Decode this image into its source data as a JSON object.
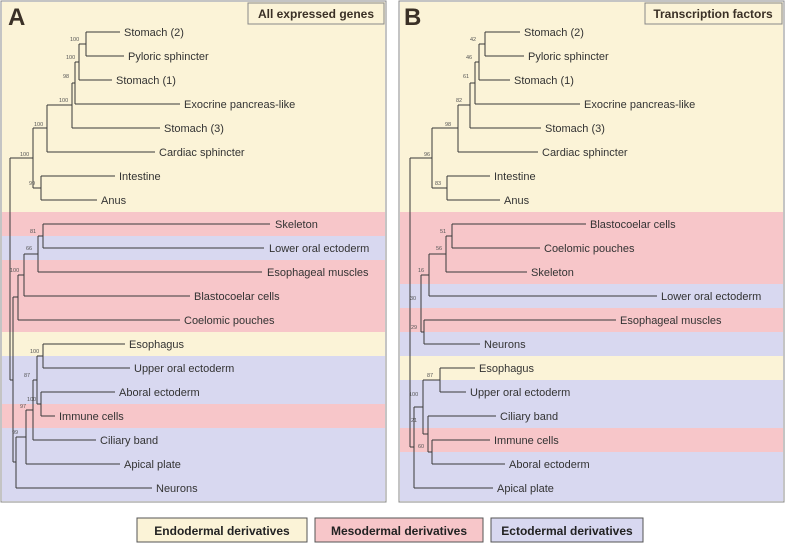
{
  "colors": {
    "endo": "#fbf3d7",
    "meso": "#f7c6c9",
    "ecto": "#d8d8f0",
    "border": "#888888",
    "tree": "#3a3a3a"
  },
  "panels": [
    {
      "letter": "A",
      "title": "All expressed genes",
      "leaves": [
        {
          "label": "Stomach (2)",
          "type": "endo"
        },
        {
          "label": "Pyloric sphincter",
          "type": "endo"
        },
        {
          "label": "Stomach (1)",
          "type": "endo"
        },
        {
          "label": "Exocrine pancreas-like",
          "type": "endo"
        },
        {
          "label": "Stomach (3)",
          "type": "endo"
        },
        {
          "label": "Cardiac sphincter",
          "type": "endo"
        },
        {
          "label": "Intestine",
          "type": "endo"
        },
        {
          "label": "Anus",
          "type": "endo"
        },
        {
          "label": "Skeleton",
          "type": "meso"
        },
        {
          "label": "Lower oral ectoderm",
          "type": "ecto"
        },
        {
          "label": "Esophageal muscles",
          "type": "meso"
        },
        {
          "label": "Blastocoelar cells",
          "type": "meso"
        },
        {
          "label": "Coelomic pouches",
          "type": "meso"
        },
        {
          "label": "Esophagus",
          "type": "endo"
        },
        {
          "label": "Upper oral ectoderm",
          "type": "ecto"
        },
        {
          "label": "Aboral ectoderm",
          "type": "ecto"
        },
        {
          "label": "Immune cells",
          "type": "meso"
        },
        {
          "label": "Ciliary band",
          "type": "ecto"
        },
        {
          "label": "Apical plate",
          "type": "ecto"
        },
        {
          "label": "Neurons",
          "type": "ecto"
        }
      ],
      "bootstraps": [
        "100",
        "100",
        "98",
        "100",
        "100",
        "100",
        "99",
        "81",
        "66",
        "100",
        "100",
        "87",
        "100",
        "97",
        "99"
      ]
    },
    {
      "letter": "B",
      "title": "Transcription factors",
      "leaves": [
        {
          "label": "Stomach (2)",
          "type": "endo"
        },
        {
          "label": "Pyloric sphincter",
          "type": "endo"
        },
        {
          "label": "Stomach (1)",
          "type": "endo"
        },
        {
          "label": "Exocrine pancreas-like",
          "type": "endo"
        },
        {
          "label": "Stomach (3)",
          "type": "endo"
        },
        {
          "label": "Cardiac sphincter",
          "type": "endo"
        },
        {
          "label": "Intestine",
          "type": "endo"
        },
        {
          "label": "Anus",
          "type": "endo"
        },
        {
          "label": "Blastocoelar cells",
          "type": "meso"
        },
        {
          "label": "Coelomic pouches",
          "type": "meso"
        },
        {
          "label": "Skeleton",
          "type": "meso"
        },
        {
          "label": "Lower oral ectoderm",
          "type": "ecto"
        },
        {
          "label": "Esophageal muscles",
          "type": "meso"
        },
        {
          "label": "Neurons",
          "type": "ecto"
        },
        {
          "label": "Esophagus",
          "type": "endo"
        },
        {
          "label": "Upper oral ectoderm",
          "type": "ecto"
        },
        {
          "label": "Ciliary band",
          "type": "ecto"
        },
        {
          "label": "Immune cells",
          "type": "meso"
        },
        {
          "label": "Aboral ectoderm",
          "type": "ecto"
        },
        {
          "label": "Apical plate",
          "type": "ecto"
        }
      ],
      "bootstraps": [
        "42",
        "46",
        "61",
        "82",
        "98",
        "96",
        "83",
        "51",
        "56",
        "16",
        "30",
        "29",
        "87",
        "100",
        "21",
        "60"
      ]
    }
  ],
  "legend": [
    {
      "label": "Endodermal derivatives",
      "type": "endo"
    },
    {
      "label": "Mesodermal derivatives",
      "type": "meso"
    },
    {
      "label": "Ectodermal derivatives",
      "type": "ecto"
    }
  ]
}
